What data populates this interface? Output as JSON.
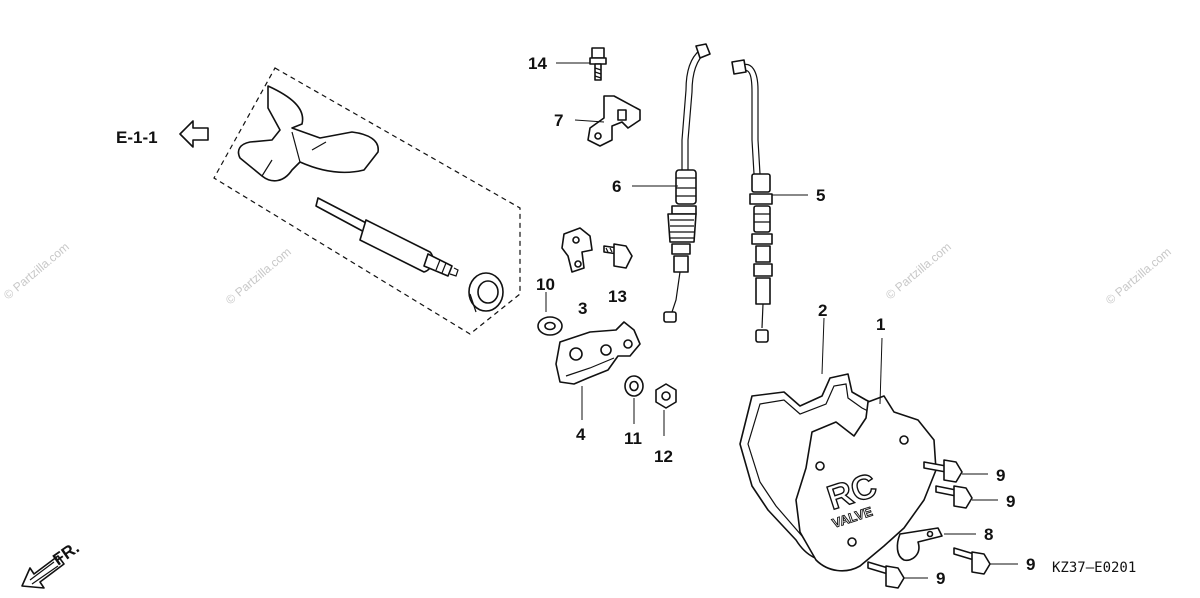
{
  "diagram": {
    "reference": "E-1-1",
    "direction_label": "FR.",
    "code": "KZ37—E0201",
    "watermark": "© Partzilla.com",
    "callouts": {
      "c1": "1",
      "c2": "2",
      "c3": "3",
      "c4": "4",
      "c5": "5",
      "c6": "6",
      "c7": "7",
      "c8": "8",
      "c9a": "9",
      "c9b": "9",
      "c9c": "9",
      "c9d": "9",
      "c10": "10",
      "c11": "11",
      "c12": "12",
      "c13": "13",
      "c14": "14"
    },
    "cover_text": {
      "line1": "RC",
      "line2": "VALVE"
    }
  },
  "icons": {
    "ref_arrow": "left-hollow-arrow-icon",
    "front_arrow": "front-direction-arrow-icon"
  }
}
